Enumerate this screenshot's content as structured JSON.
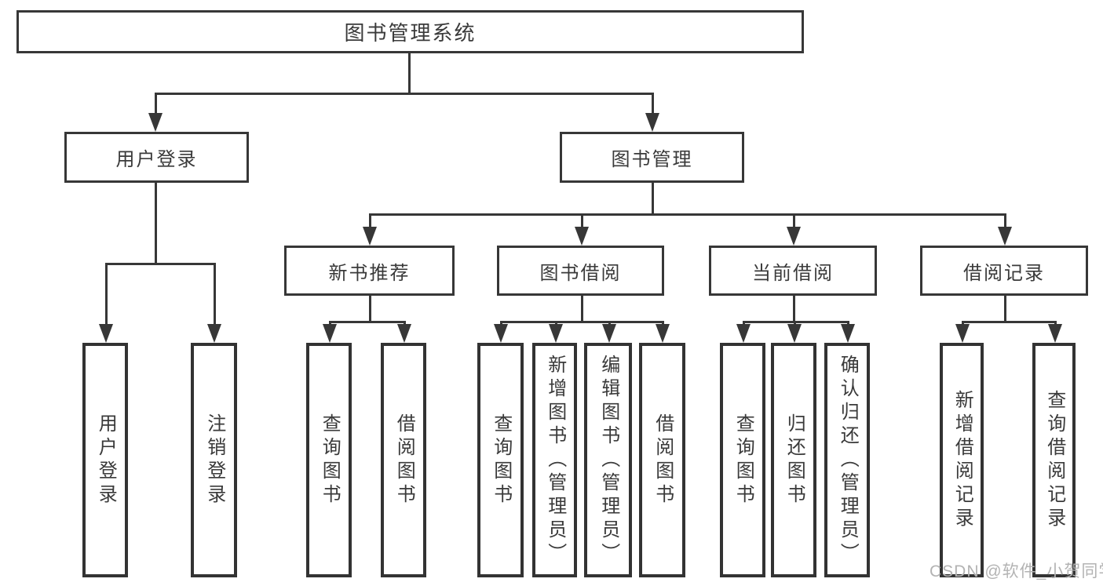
{
  "diagram": {
    "title": "图书管理系统",
    "watermark": "CSDN @软件_小贺同学",
    "colors": {
      "line": "#373737",
      "text": "#3a3a3a",
      "box_background": "#ffffff",
      "watermark": "#b3b3b3",
      "background": "#ffffff"
    },
    "nodes": {
      "root": {
        "label": "图书管理系统"
      },
      "user_login": {
        "label": "用户登录"
      },
      "book_mgmt": {
        "label": "图书管理"
      },
      "new_books": {
        "label": "新书推荐"
      },
      "book_borrow": {
        "label": "图书借阅"
      },
      "current_borrow": {
        "label": "当前借阅"
      },
      "borrow_records": {
        "label": "借阅记录"
      },
      "ul_login": {
        "label": "用户登录"
      },
      "ul_logout": {
        "label": "注销登录"
      },
      "nb_query": {
        "label": "查询图书"
      },
      "nb_borrow": {
        "label": "借阅图书"
      },
      "bb_query": {
        "label": "查询图书"
      },
      "bb_add": {
        "label": "新增图书（管理员）"
      },
      "bb_edit": {
        "label": "编辑图书（管理员）"
      },
      "bb_borrow": {
        "label": "借阅图书"
      },
      "cb_query": {
        "label": "查询图书"
      },
      "cb_return": {
        "label": "归还图书"
      },
      "cb_confirm": {
        "label": "确认归还（管理员）"
      },
      "br_add": {
        "label": "新增借阅记录"
      },
      "br_query": {
        "label": "查询借阅记录"
      }
    },
    "hierarchy": {
      "图书管理系统": {
        "用户登录": [
          "用户登录",
          "注销登录"
        ],
        "图书管理": {
          "新书推荐": [
            "查询图书",
            "借阅图书"
          ],
          "图书借阅": [
            "查询图书",
            "新增图书（管理员）",
            "编辑图书（管理员）",
            "借阅图书"
          ],
          "当前借阅": [
            "查询图书",
            "归还图书",
            "确认归还（管理员）"
          ],
          "借阅记录": [
            "新增借阅记录",
            "查询借阅记录"
          ]
        }
      }
    }
  }
}
